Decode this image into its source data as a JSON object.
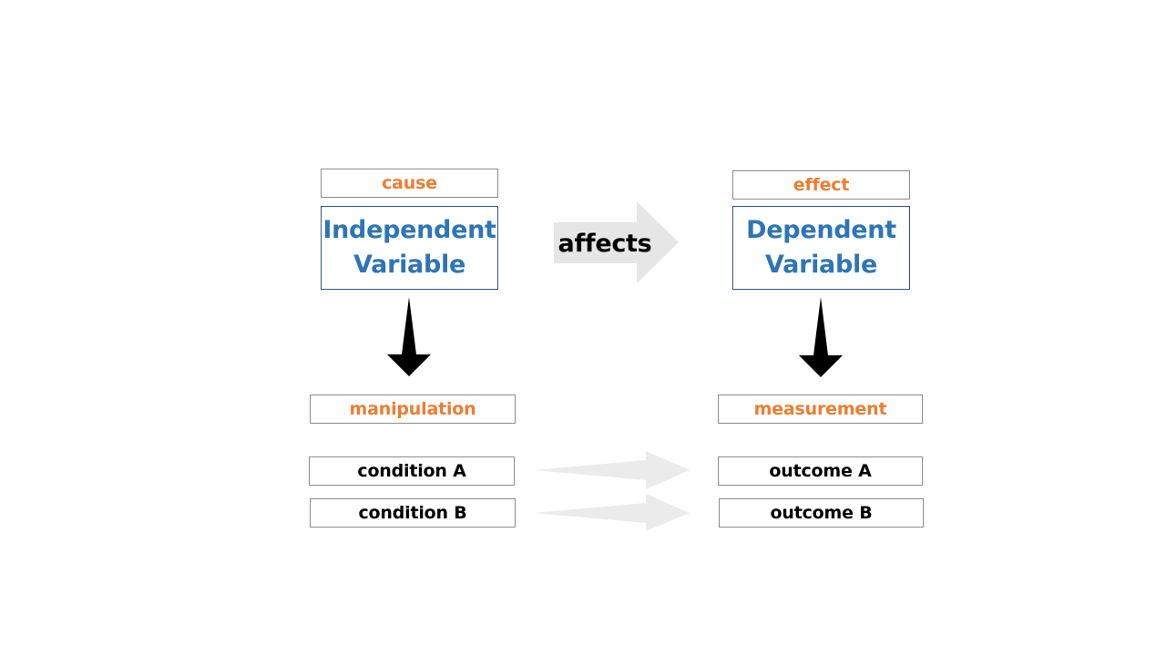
{
  "left": {
    "tag": "cause",
    "variable_line1": "Independent",
    "variable_line2": "Variable",
    "role": "manipulation",
    "items": [
      "condition A",
      "condition B"
    ]
  },
  "right": {
    "tag": "effect",
    "variable_line1": "Dependent",
    "variable_line2": "Variable",
    "role": "measurement",
    "items": [
      "outcome A",
      "outcome B"
    ]
  },
  "relation": {
    "label": "affects"
  },
  "colors": {
    "tag_text": "#ed7d31",
    "variable_text": "#2e75b6",
    "variable_border": "#2f5597",
    "box_border": "#8c8c8c",
    "affects_arrow": "#e6e6e6",
    "down_arrow": "#000000",
    "mapping_arrow": "#ebebeb"
  }
}
